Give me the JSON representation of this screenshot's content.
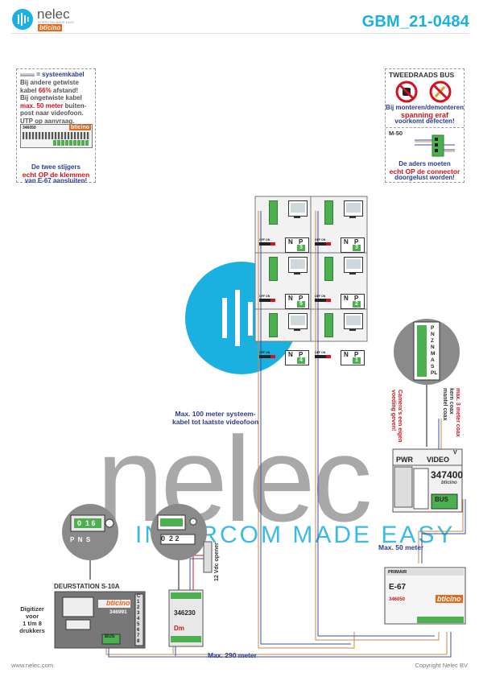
{
  "header": {
    "brand_name": "nelec",
    "brand_tagline": "INTERCOM MADE EASY",
    "partner_brand": "bticino",
    "doc_code": "GBM_21-0484"
  },
  "note_left": {
    "legend_label": "= systeemkabel",
    "lines": [
      {
        "text": "Bij andere getwiste",
        "style": "normal"
      },
      {
        "pre": "kabel ",
        "hi": "66%",
        "post": " afstand!"
      },
      {
        "text": "Bij ongetwiste kabel",
        "style": "normal"
      },
      {
        "pre": "",
        "hi": "max. 50 meter",
        "post": " buiten-"
      },
      {
        "text": "post naar videofoon.",
        "style": "normal"
      },
      {
        "text": "UTP op aanvraag.",
        "style": "normal"
      }
    ],
    "module_code": "346050",
    "module_brand": "bticino",
    "footer_lines": [
      "De twee stijgers",
      "echt OP de klemmen",
      "van E-67 aansluiten!"
    ]
  },
  "note_right": {
    "title": "TWEEDRAADS BUS",
    "lines": [
      "Bij monteren/demonteren",
      "spanning eraf",
      "voorkomt defecten!"
    ],
    "module_code": "M-50",
    "footer_lines": [
      "De aders moeten",
      "echt OP de connector",
      "doorgelust worden!"
    ]
  },
  "monitors": [
    {
      "n": "N",
      "p": "P",
      "num": "3",
      "switch": "OFF ON"
    },
    {
      "n": "N",
      "p": "P",
      "num": "3",
      "switch": "OFF ON"
    },
    {
      "n": "N",
      "p": "P",
      "num": "5",
      "switch": "OFF ON"
    },
    {
      "n": "N",
      "p": "P",
      "num": "2",
      "switch": "OFF ON"
    },
    {
      "n": "N",
      "p": "P",
      "num": "4",
      "switch": "OFF ON"
    },
    {
      "n": "N",
      "p": "P",
      "num": "1",
      "switch": "OFF ON"
    }
  ],
  "labels": {
    "max100": [
      "Max. 100 meter systeem-",
      "kabel tot laatste videofoon"
    ],
    "max50": "Max. 50 meter",
    "max290": "Max. 290 meter",
    "door_station": "DEURSTATION S-10A",
    "digitizer": [
      "Digitizer",
      "voor",
      "1 t/m 8",
      "drukkers"
    ],
    "opener": "12 Vdc opener",
    "camera_note": [
      "Camera's een eigen",
      "voeding geven!"
    ],
    "coax_note": [
      "max. 3 meter coax",
      "kern coax",
      "mantel coax"
    ],
    "lock_display": "0  1 6",
    "lock_display2": "0  2 2",
    "lock_terms": "P  N  S"
  },
  "devices": {
    "door_code": "346991",
    "door_brand": "bticino",
    "door_bus": "BUS",
    "door_terms": [
      "C",
      "1",
      "2",
      "3",
      "4",
      "5",
      "6",
      "7",
      "8"
    ],
    "dimmer_code": "346230",
    "dimmer_label": "Dm",
    "video_code": "347400",
    "video_brand": "bticino",
    "video_pwr": "PWR",
    "video_video": "VIDEO",
    "video_v": "V",
    "video_bus": "BUS",
    "video_terms": [
      "P",
      "N",
      "Z",
      "N",
      "M",
      "A",
      "S",
      "PL"
    ],
    "e67_label": "E-67",
    "e67_code": "346050",
    "e67_primair": "PRIMAIR",
    "e67_brand": "bticino"
  },
  "footer": {
    "website": "www.nelec.com",
    "copyright": "Copyright Nelec BV"
  },
  "colors": {
    "accent": "#1ab0e0",
    "red": "#d4121b",
    "navy": "#2b3b8f",
    "green": "#4caf50",
    "watermark": "#8c8c8c"
  }
}
